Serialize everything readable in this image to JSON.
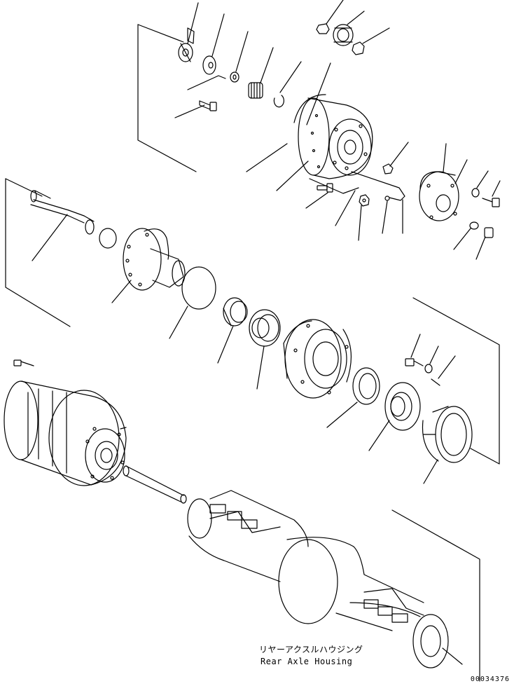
{
  "caption": {
    "japanese": "リヤーアクスルハウジング",
    "english": "Rear Axle Housing"
  },
  "drawing_number": "00034376",
  "colors": {
    "line": "#000000",
    "background": "#ffffff"
  }
}
